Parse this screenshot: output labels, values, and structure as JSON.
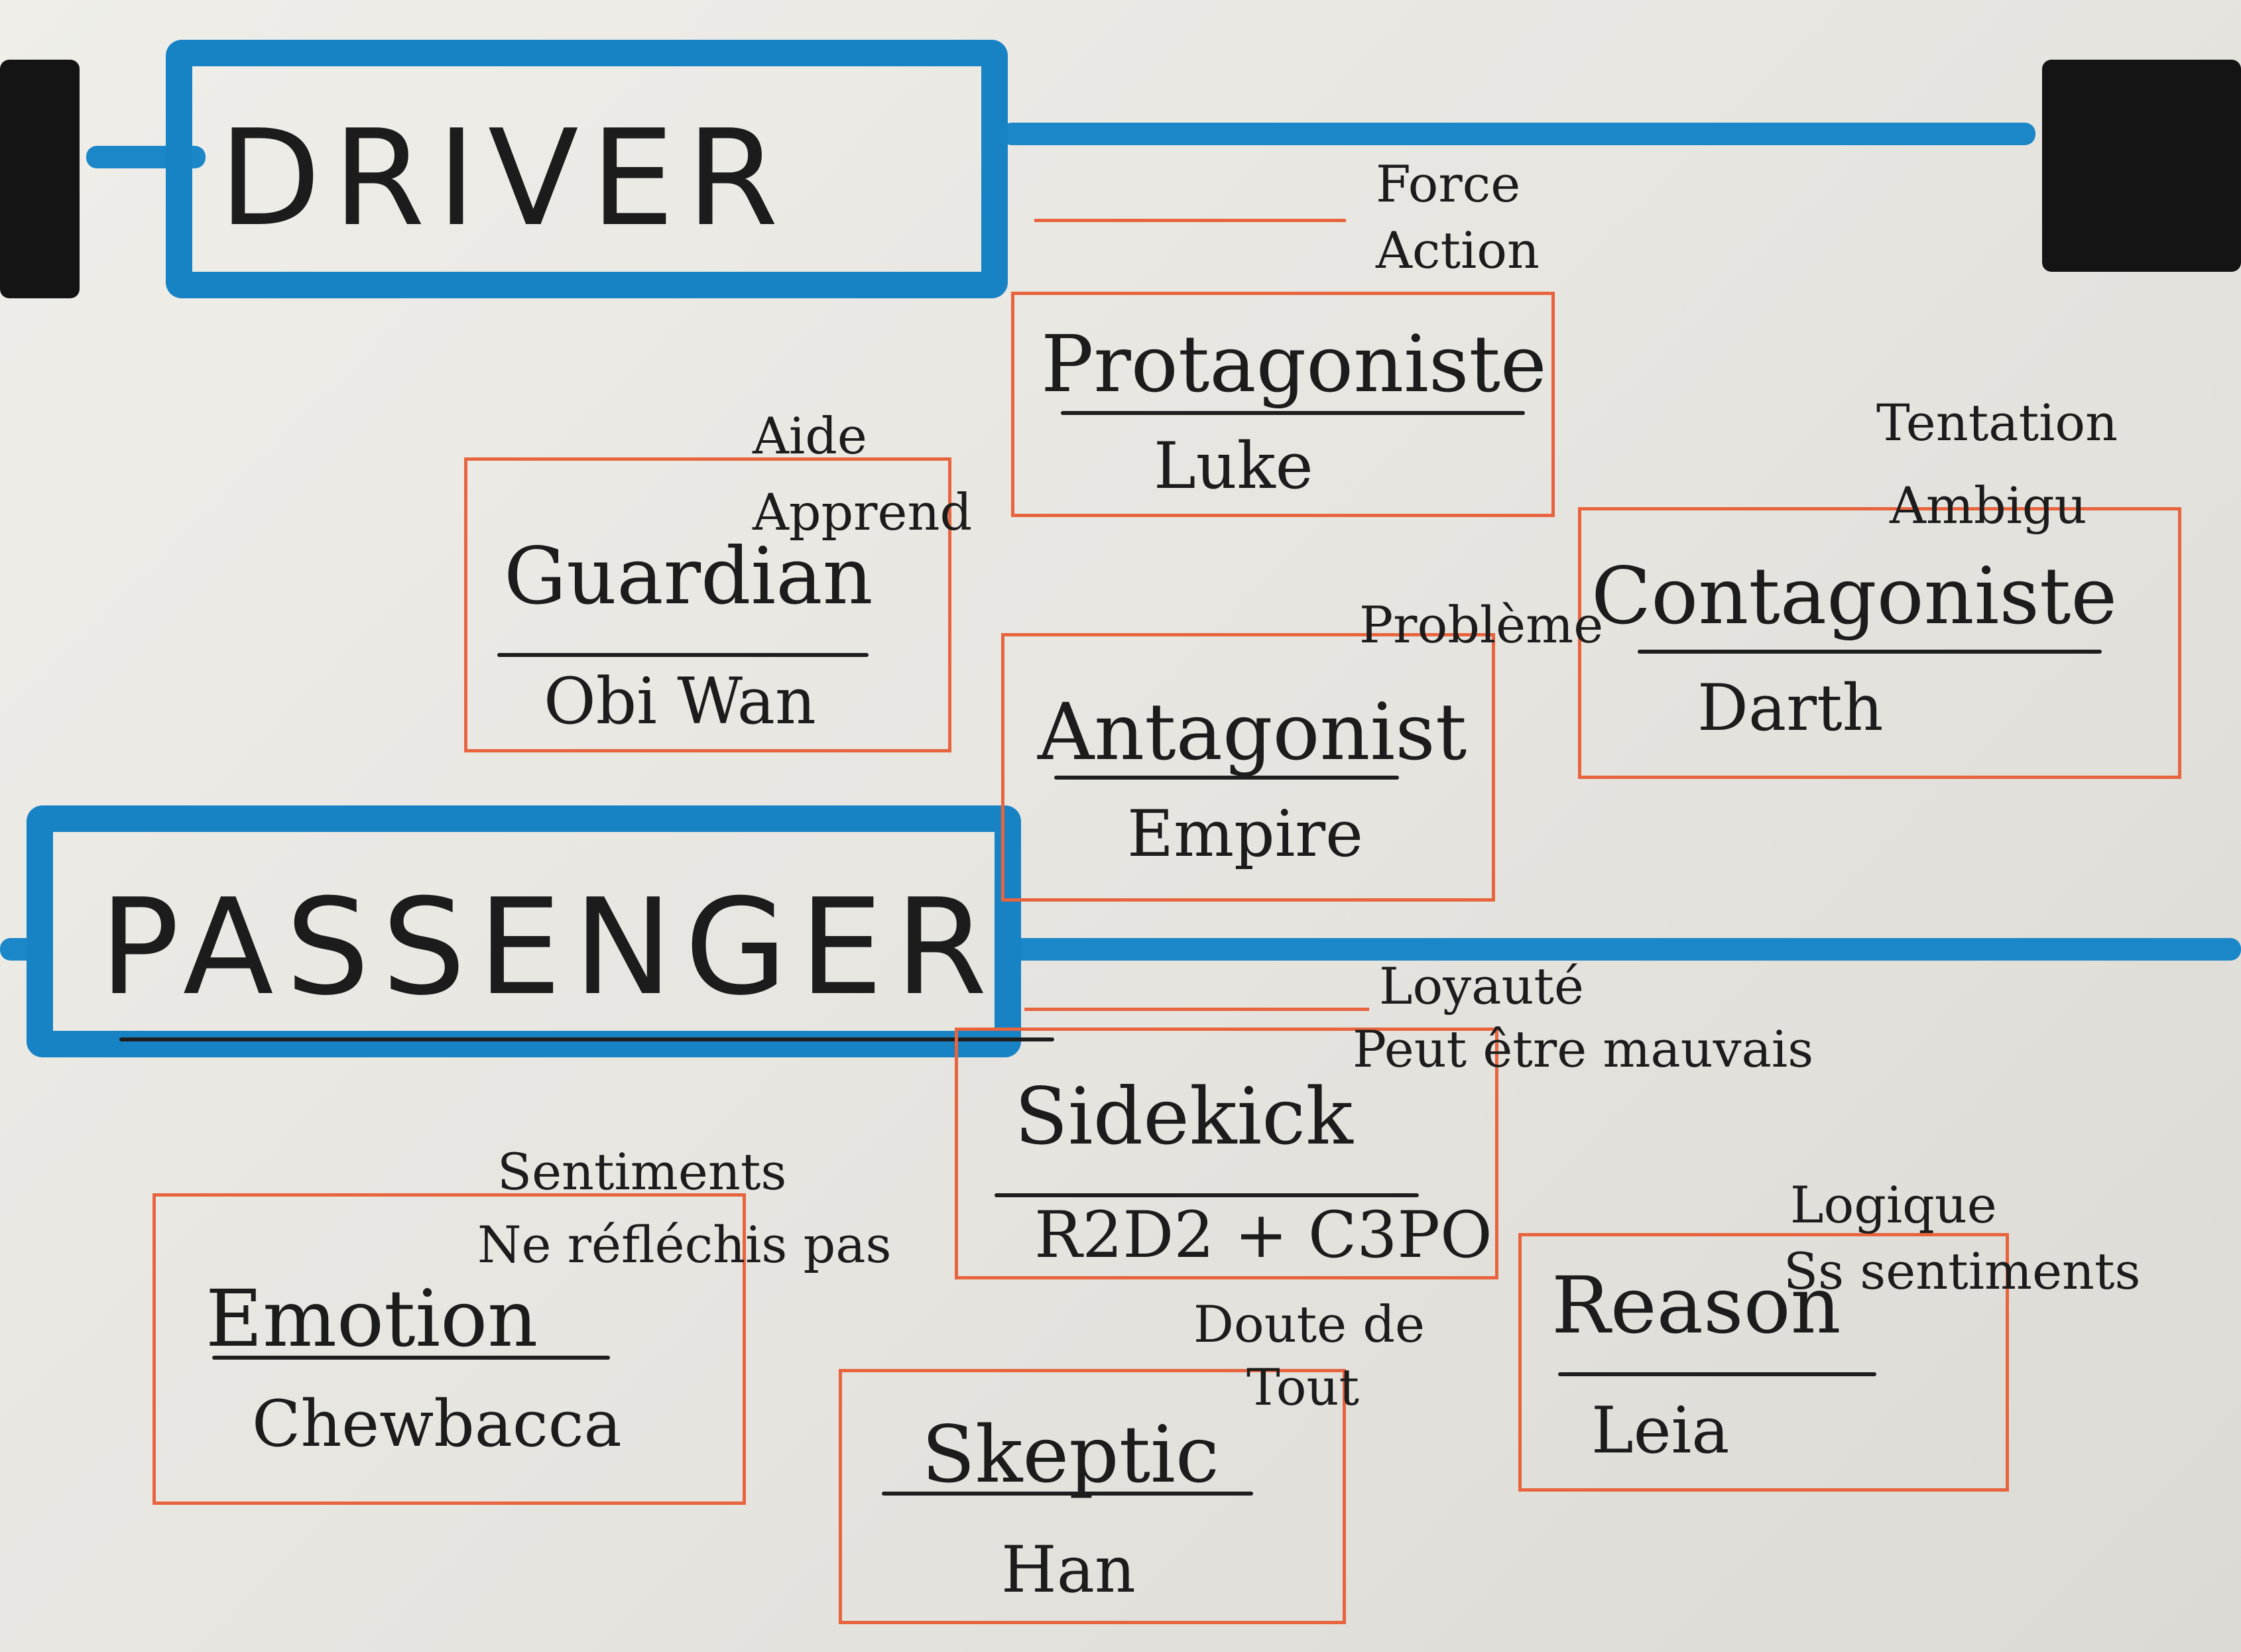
{
  "categories": {
    "driver": "DRIVER",
    "passenger": "PASSENGER"
  },
  "roles": {
    "protagonist": {
      "name": "Protagoniste",
      "character": "Luke",
      "notes": [
        "Force",
        "Action"
      ]
    },
    "guardian": {
      "name": "Guardian",
      "character": "Obi Wan",
      "notes": [
        "Aide",
        "Apprend"
      ]
    },
    "contagonist": {
      "name": "Contagoniste",
      "character": "Darth",
      "notes": [
        "Tentation",
        "Ambigu"
      ]
    },
    "antagonist": {
      "name": "Antagonist",
      "character": "Empire",
      "notes": [
        "Problème"
      ]
    },
    "sidekick": {
      "name": "Sidekick",
      "character": "R2D2 + C3PO",
      "notes": [
        "Loyauté",
        "Peut être mauvais"
      ]
    },
    "emotion": {
      "name": "Emotion",
      "character": "Chewbacca",
      "notes": [
        "Sentiments",
        "Ne réfléchis pas"
      ]
    },
    "skeptic": {
      "name": "Skeptic",
      "character": "Han",
      "notes": [
        "Doute de",
        "Tout"
      ]
    },
    "reason": {
      "name": "Reason",
      "character": "Leia",
      "notes": [
        "Logique",
        "Ss sentiments"
      ]
    }
  },
  "colors": {
    "category_border": "#1883c4",
    "role_border": "#e7643e",
    "ink": "#1c1c1c",
    "paper": "#ecebe6"
  }
}
